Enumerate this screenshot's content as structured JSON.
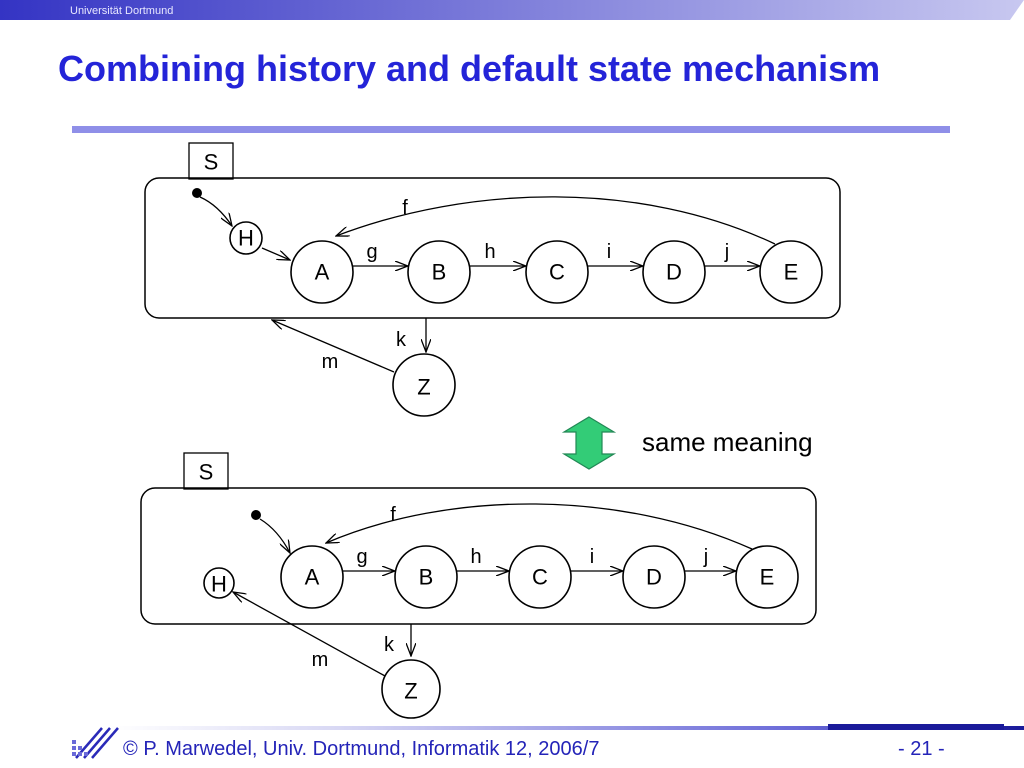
{
  "header": {
    "institution": "Universität Dortmund"
  },
  "slide": {
    "title": "Combining history and default state mechanism"
  },
  "diagrams": [
    {
      "superstate": "S",
      "history": "H",
      "states": [
        "A",
        "B",
        "C",
        "D",
        "E"
      ],
      "external_state": "Z",
      "events": {
        "f": "f",
        "g": "g",
        "h": "h",
        "i": "i",
        "j": "j",
        "k": "k",
        "m": "m"
      }
    },
    {
      "superstate": "S",
      "history": "H",
      "states": [
        "A",
        "B",
        "C",
        "D",
        "E"
      ],
      "external_state": "Z",
      "events": {
        "f": "f",
        "g": "g",
        "h": "h",
        "i": "i",
        "j": "j",
        "k": "k",
        "m": "m"
      }
    }
  ],
  "equivalence": {
    "label": "same meaning",
    "arrow_color": "#33cc77"
  },
  "footer": {
    "copyright_symbol": "©",
    "text": "P. Marwedel, Univ. Dortmund, Informatik 12, 2006/7",
    "page": "-  21 -"
  },
  "colors": {
    "title": "#2424d8",
    "rule": "#8f8fe8",
    "footer_text": "#2424b8",
    "topbar": "#3a3ad0"
  }
}
